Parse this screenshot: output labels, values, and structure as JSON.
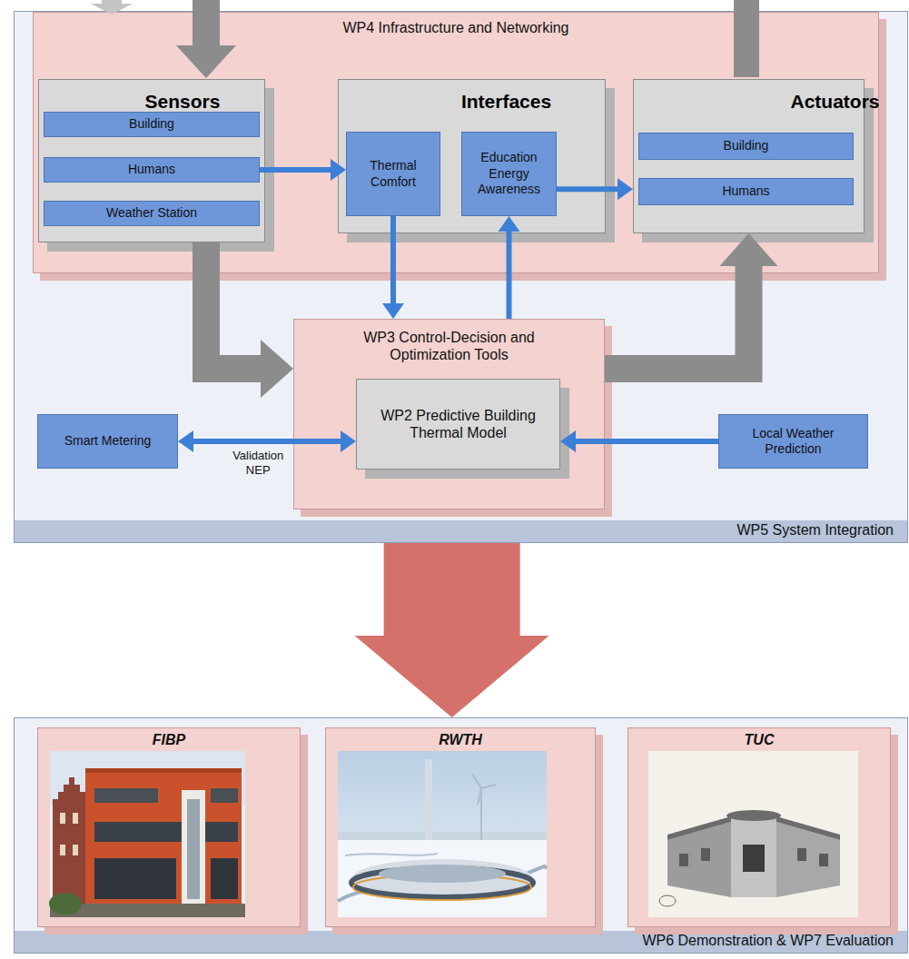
{
  "diagram": {
    "nodes": [
      {
        "text": [
          "WP5 System Integration"
        ]
      },
      {
        "text": [
          "WP4 Infrastructure and Networking"
        ],
        "in": 0
      },
      {
        "text": [
          "Sensors"
        ],
        "in": 1
      },
      {
        "text": [
          "Building"
        ],
        "in": 2
      },
      {
        "text": [
          "Humans"
        ],
        "in": 2
      },
      {
        "text": [
          "Weather Station"
        ],
        "in": 2
      },
      {
        "text": [
          "Interfaces"
        ],
        "in": 1
      },
      {
        "text": [
          "Thermal Comfort"
        ],
        "in": 6
      },
      {
        "text": [
          "Education Energy Awareness"
        ],
        "in": 6
      },
      {
        "text": [
          "Actuators"
        ],
        "in": 1
      },
      {
        "text": [
          "Building"
        ],
        "in": 9
      },
      {
        "text": [
          "Humans"
        ],
        "in": 9
      },
      {
        "text": [
          "WP3 Control-Decision and Optimization Tools"
        ],
        "in": 0
      },
      {
        "text": [
          "WP2 Predictive Building Thermal Model"
        ],
        "in": 12
      },
      {
        "text": [
          "Smart Metering"
        ],
        "in": 0
      },
      {
        "text": [
          "Local Weather Prediction"
        ],
        "in": 0
      },
      {
        "text": [
          "WP6 Demonstration & WP7 Evaluation"
        ]
      },
      {
        "text": [
          "FIBP"
        ],
        "in": 16
      },
      {
        "text": [
          "RWTH"
        ],
        "in": 16
      },
      {
        "text": [
          "TUC"
        ],
        "in": 16
      }
    ],
    "edges": [
      {
        "from": 4,
        "to": 7,
        "arrow": "to"
      },
      {
        "from": 8,
        "to": 9,
        "arrow": "to"
      },
      {
        "from": 7,
        "to": 12,
        "arrow": "to"
      },
      {
        "from": 12,
        "to": 8,
        "arrow": "to"
      },
      {
        "from": 2,
        "to": 12,
        "arrow": "to"
      },
      {
        "from": 12,
        "to": 9,
        "arrow": "to"
      },
      {
        "from": 14,
        "to": 13,
        "label": "Validation NEP",
        "arrow": "both"
      },
      {
        "from": 15,
        "to": 13,
        "arrow": "to"
      },
      {
        "from": 0,
        "to": 16,
        "arrow": "to"
      }
    ]
  }
}
